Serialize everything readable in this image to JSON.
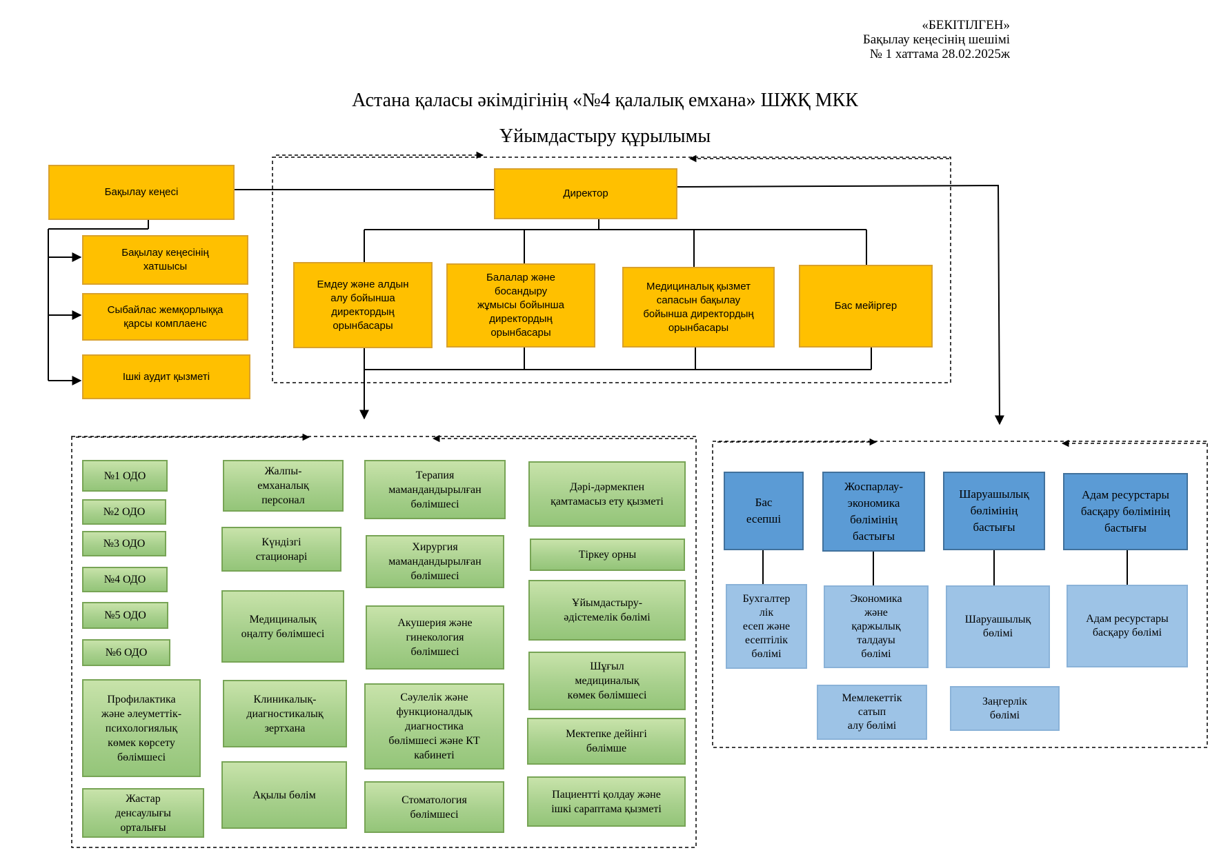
{
  "approval": {
    "line1": "«БЕКІТІЛГЕН»",
    "line2": "Бақылау кеңесінің шешімі",
    "line3": "№ 1 хаттама 28.02.2025ж"
  },
  "title": {
    "org": "Астана қаласы әкімдігінің  «№4 қалалық емхана» ШЖҚ МКК",
    "subtitle": "Ұйымдастыру құрылымы"
  },
  "governance": {
    "supervisory_board": "Бақылау кеңесі",
    "board_secretary": "Бақылау кеңесінің\nхатшысы",
    "anticorruption_compliance": "Сыбайлас жемқорлыққа\nқарсы комплаенс",
    "internal_audit": "Ішкі аудит қызметі"
  },
  "management": {
    "director": "Директор",
    "deputy_treatment": "Емдеу және алдын\nалу бойынша\nдиректордың\nорынбасары",
    "deputy_children": "Балалар және\nбосандыру\nжұмысы бойынша\nдиректордың\nорынбасары",
    "deputy_quality": "Медициналық қызмет\nсапасын бақылау\nбойынша директордың\nорынбасары",
    "head_nurse": "Бас мейіргер"
  },
  "clinical": {
    "odo1": "№1 ОДО",
    "odo2": "№2 ОДО",
    "odo3": "№3 ОДО",
    "odo4": "№4 ОДО",
    "odo5": "№5 ОДО",
    "odo6": "№6 ОДО",
    "prevention": "Профилактика\nжәне әлеуметтік-\nпсихологиялық\nкөмек көрсету\nбөлімшесі",
    "youth_health": "Жастар\nденсаулығы\nорталығы",
    "general_staff": "Жалпы-\nемханалық\nперсонал",
    "day_hospital": "Күндізгі\nстационарі",
    "rehab": "Медициналық\nоңалту бөлімшесі",
    "clinical_lab": "Клиникалық-\nдиагностикалық\nзертхана",
    "paid_dept": "Ақылы бөлім",
    "therapy": "Терапия\nмамандандырылған\nбөлімшесі",
    "surgery": "Хирургия\nмамандандырылған\nбөлімшесі",
    "obstetrics": "Акушерия және\nгинекология\nбөлімшесі",
    "radiology": "Сәулелік және\nфункционалдық\nдиагностика\nбөлімшесі және КТ\nкабинеті",
    "dentistry": "Стоматология\nбөлімшесі",
    "pharmacy": "Дәрі-дәрмекпен\nқамтамасыз ету қызметі",
    "registry": "Тіркеу орны",
    "methodology": "Ұйымдастыру-\nәдістемелік бөлімі",
    "emergency": "Шұғыл\nмедициналық\nкөмек бөлімшесі",
    "preschool": "Мектепке дейінгі\nбөлімше",
    "patient_support": "Пациентті қолдау және\nішкі сараптама қызметі"
  },
  "admin": {
    "chief_accountant": "Бас\nесепші",
    "planning_head": "Жоспарлау-\nэкономика\nбөлімінің\nбастығы",
    "household_head": "Шаруашылық\nбөлімінің\nбастығы",
    "hr_head": "Адам ресурстары\nбасқару бөлімінің\nбастығы",
    "accounting_dept": "Бухгалтер\nлік\nесеп және\nесептілік\nбөлімі",
    "economics_dept": "Экономика\nжәне\nқаржылық\nталдауы\nбөлімі",
    "household_dept": "Шаруашылық\nбөлімі",
    "hr_dept": "Адам ресурстары\nбасқару бөлімі",
    "procurement_dept": "Мемлекеттік\nсатып\nалу бөлімі",
    "legal_dept": "Заңгерлік\nбөлімі"
  },
  "colors": {
    "management": "#ffc000",
    "clinical": "#a9d18e",
    "admin_heads": "#5b9bd5",
    "admin_depts": "#9dc3e6"
  }
}
